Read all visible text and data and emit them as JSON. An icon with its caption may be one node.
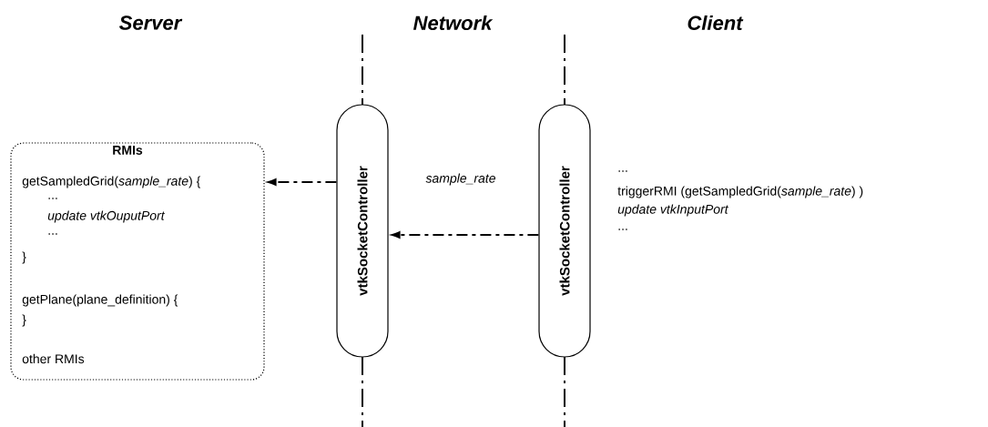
{
  "diagram": {
    "nodes": [
      {
        "text": [
          "RMIs",
          "getSampledGrid(*sample_rate*) {",
          "...",
          "*update vtkOuputPort*",
          "...",
          "}",
          "getPlane(plane_definition) {",
          "}",
          "other RMIs"
        ]
      },
      {
        "text": [
          "vtkSocketController"
        ]
      },
      {
        "text": [
          "vtkSocketController"
        ]
      }
    ],
    "edges": [
      {
        "from": 1,
        "to": 0,
        "arrow": "to",
        "style": "dashed"
      },
      {
        "from": 2,
        "to": 1,
        "arrow": "to",
        "style": "dashed",
        "label": "*sample_rate*"
      }
    ],
    "labels": [
      "Server",
      "Network",
      "Client",
      "...",
      "triggerRMI (getSampledGrid(*sample_rate*) )",
      "*update vtkInputPort*",
      "..."
    ]
  }
}
